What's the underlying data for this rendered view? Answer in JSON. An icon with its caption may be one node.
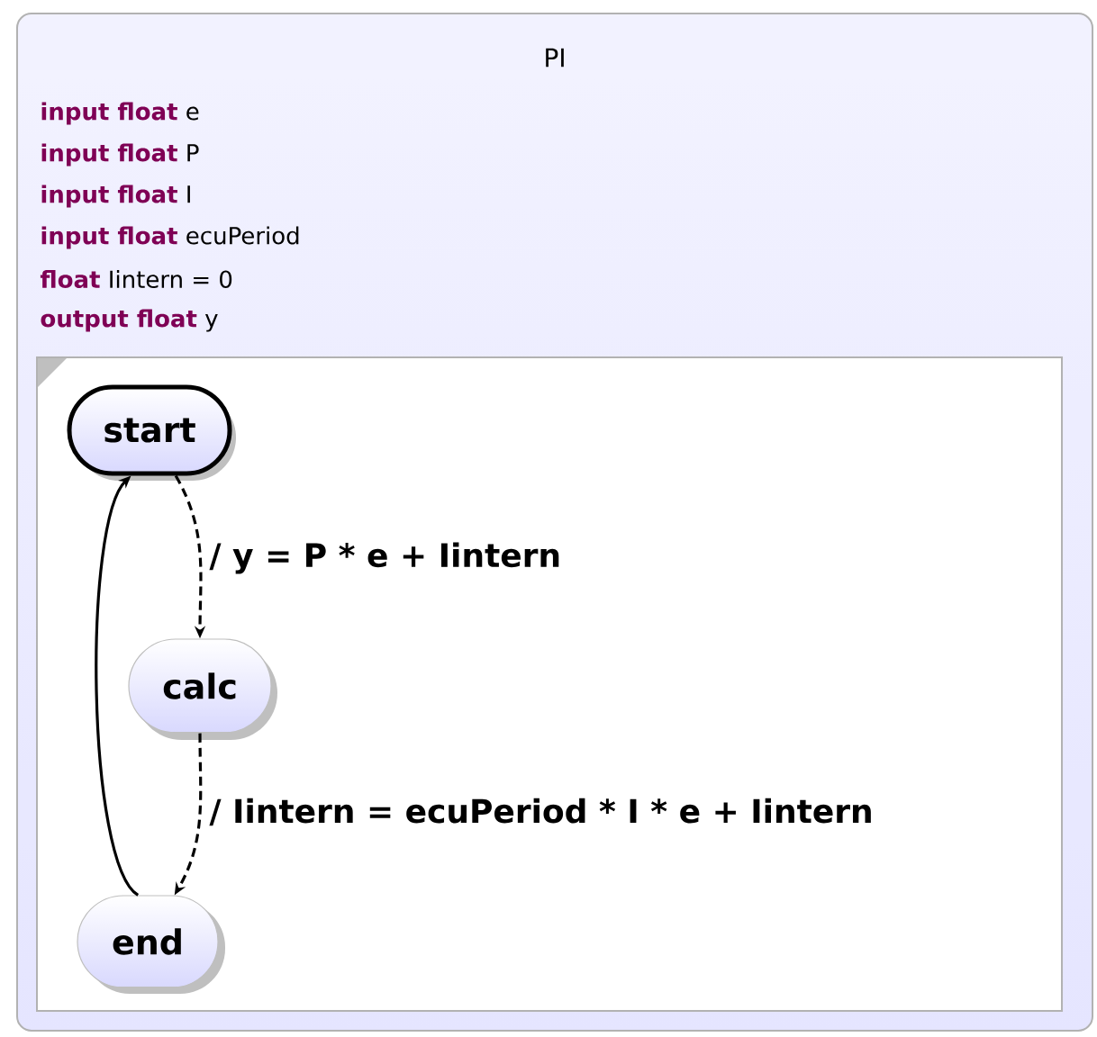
{
  "diagram": {
    "nodes": [
      {
        "text": [
          "PI",
          "**input float** e",
          "**input float** P",
          "**input float** I",
          "**input float** ecuPeriod",
          "**float** Iintern = 0",
          "**output float** y"
        ]
      },
      {
        "text": [],
        "shape": "box",
        "in": 0
      },
      {
        "text": [
          "start"
        ],
        "in": 1
      },
      {
        "text": [
          "calc"
        ],
        "in": 1
      },
      {
        "text": [
          "end"
        ],
        "in": 1
      }
    ],
    "edges": [
      {
        "from": 2,
        "to": 3,
        "arrow": "to",
        "style": "dashed",
        "label": "/ y = P * e + Iintern"
      },
      {
        "from": 3,
        "to": 4,
        "arrow": "to",
        "style": "dashed",
        "label": "/ Iintern = ecuPeriod * I * e + Iintern"
      },
      {
        "from": 4,
        "to": 2,
        "arrow": "to"
      }
    ]
  }
}
